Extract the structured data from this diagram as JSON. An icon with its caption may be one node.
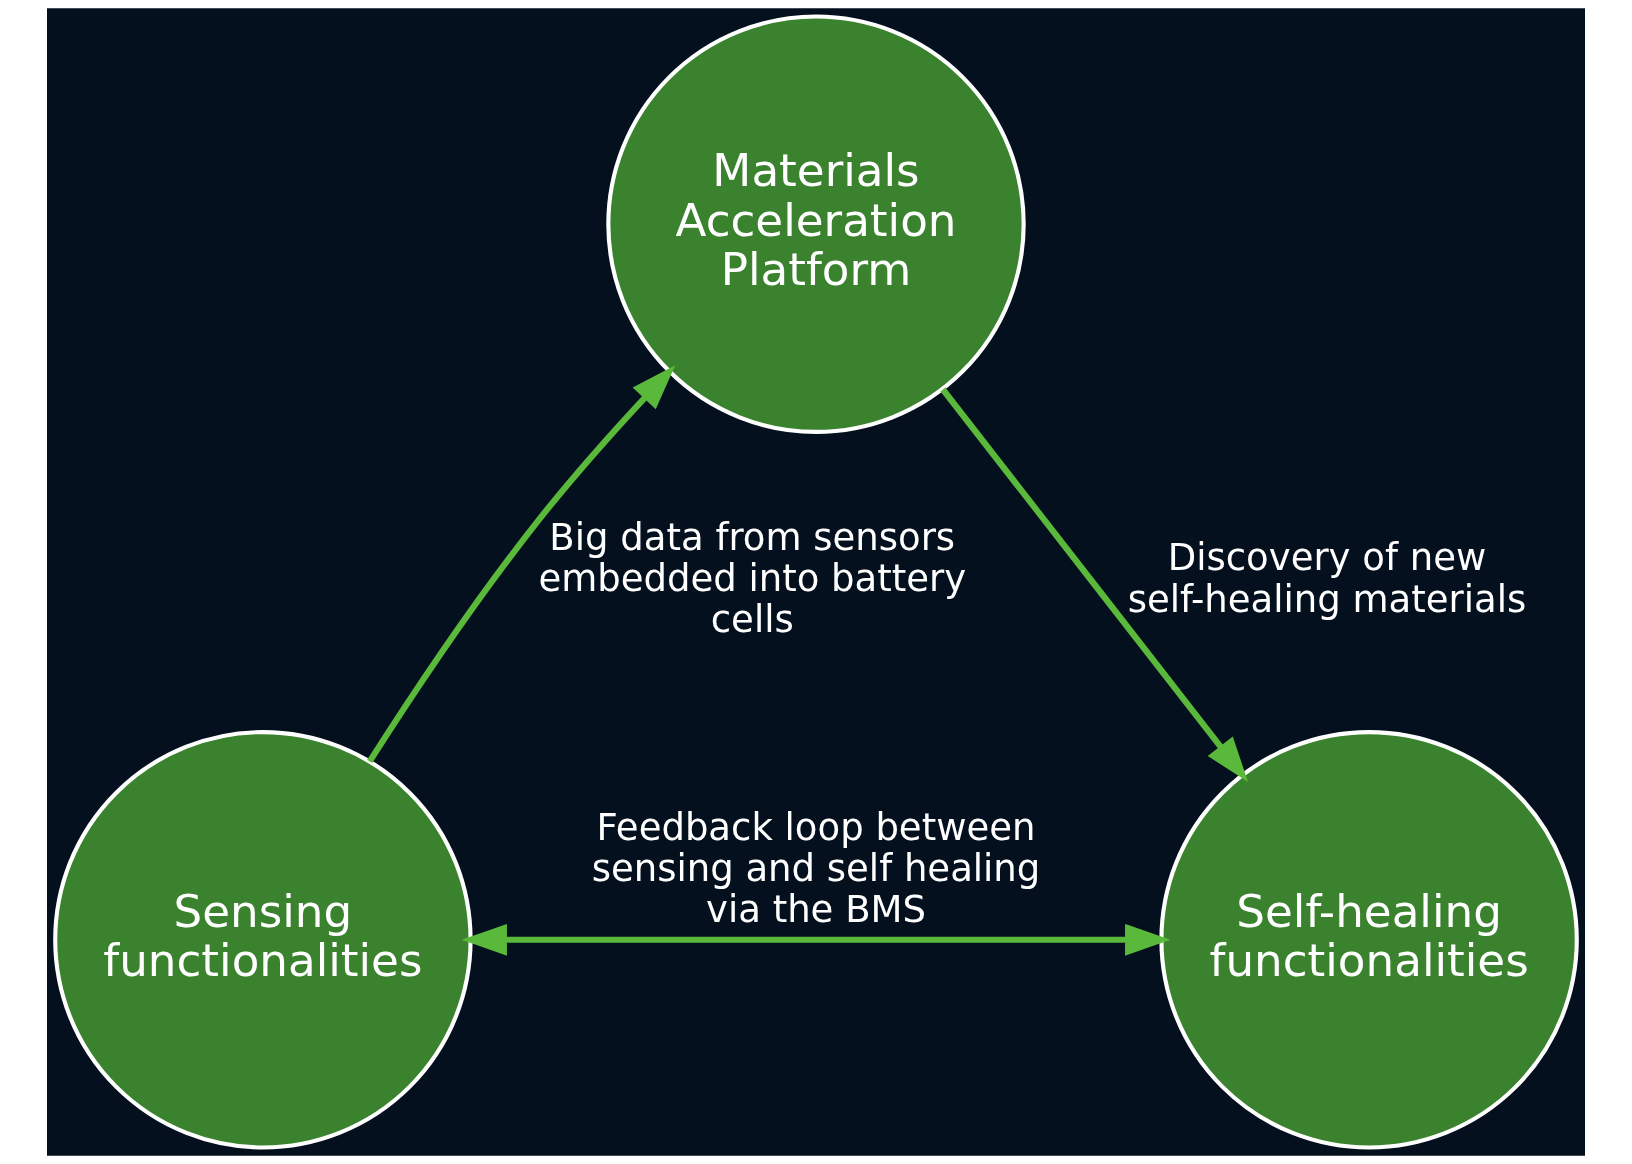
{
  "diagram": {
    "nodes": [
      {
        "text": [
          "Materials Acceleration Platform"
        ]
      },
      {
        "text": [
          "Sensing functionalities"
        ]
      },
      {
        "text": [
          "Self-healing functionalities"
        ]
      }
    ],
    "edges": [
      {
        "from": 1,
        "to": 0,
        "arrow": "to",
        "label": "Big data from sensors embedded into battery cells"
      },
      {
        "from": 0,
        "to": 2,
        "arrow": "to",
        "label": "Discovery of new self-healing materials"
      },
      {
        "from": 1,
        "to": 2,
        "arrow": "both",
        "label": "Feedback loop between sensing and self healing via the BMS"
      }
    ]
  }
}
